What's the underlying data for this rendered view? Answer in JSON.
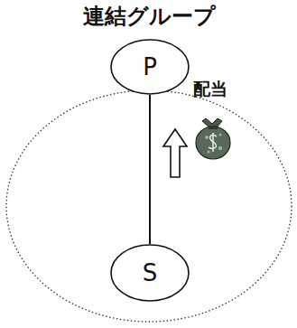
{
  "diagram": {
    "nodes": [
      {
        "text": [
          "連結グループ"
        ]
      },
      {
        "text": [
          "P"
        ],
        "in": 0
      },
      {
        "text": [
          "S"
        ],
        "in": 0
      }
    ],
    "edges": [
      {
        "from": 1,
        "to": 2,
        "arrow": "none"
      }
    ],
    "labels": [
      "配当"
    ]
  }
}
